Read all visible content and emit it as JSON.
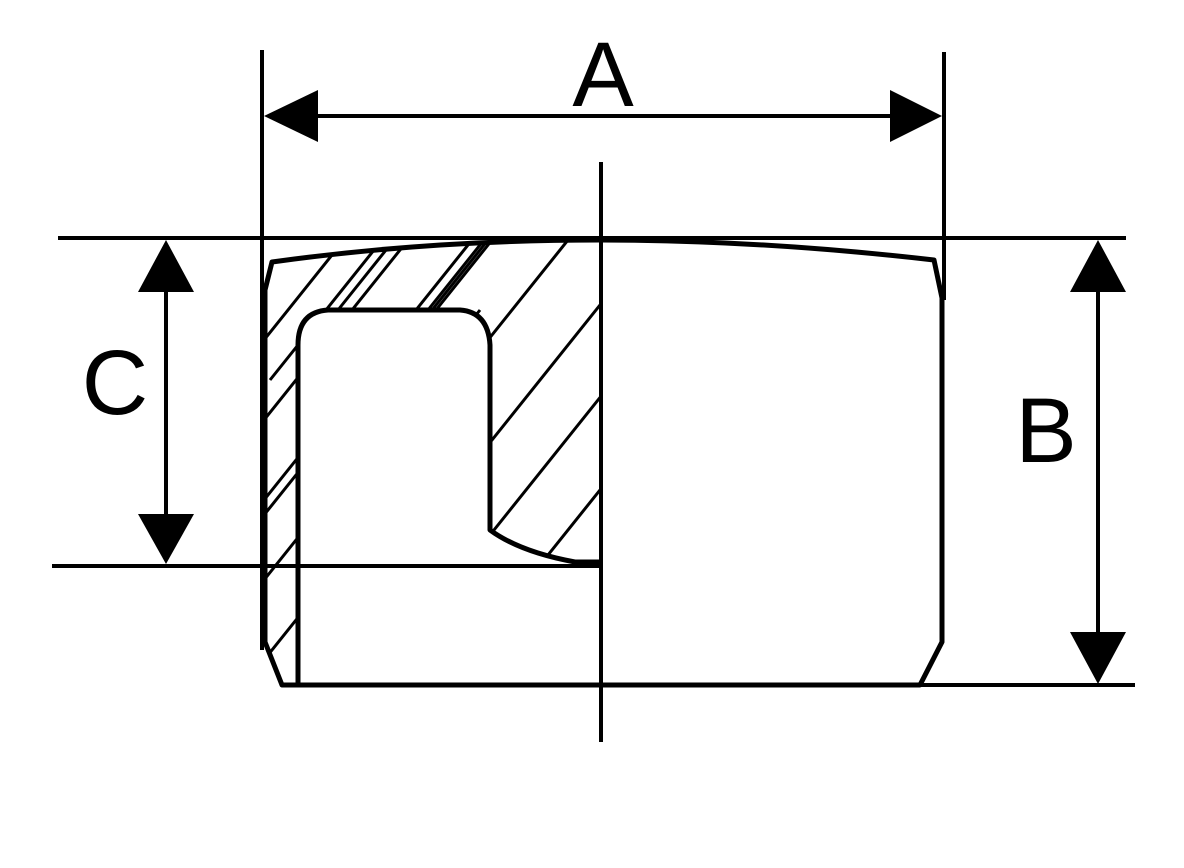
{
  "diagram": {
    "labels": {
      "width_dimension": "A",
      "height_dimension": "B",
      "inner_depth_dimension": "C"
    },
    "colors": {
      "stroke": "#000000",
      "background": "#ffffff"
    }
  }
}
